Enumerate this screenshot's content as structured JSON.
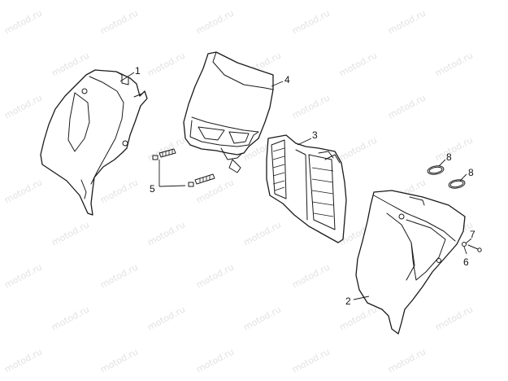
{
  "watermark": {
    "text": "motod.ru"
  },
  "callouts": {
    "c1": "1",
    "c2": "2",
    "c3": "3",
    "c4": "4",
    "c5": "5",
    "c6": "6",
    "c7": "7",
    "c8a": "8",
    "c8b": "8"
  },
  "colors": {
    "line": "#1a1a1a",
    "background": "#ffffff",
    "watermark": "#e2e2e2"
  }
}
